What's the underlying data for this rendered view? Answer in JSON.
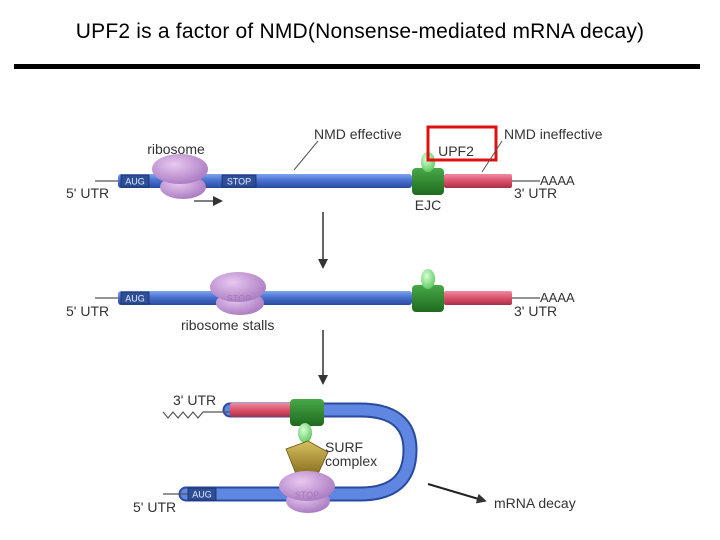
{
  "title": "UPF2 is a factor of NMD(Nonsense-mediated mRNA decay)",
  "labels": {
    "ribosome": "ribosome",
    "nmd_effective": "NMD effective",
    "upf2": "UPF2",
    "nmd_ineffective": "NMD ineffective",
    "aug": "AUG",
    "stop": "STOP",
    "five_utr": "5' UTR",
    "three_utr": "3' UTR",
    "poly_a": "AAAA",
    "ejc": "EJC",
    "ribosome_stalls": "ribosome stalls",
    "surf": "SURF",
    "complex": "complex",
    "mrna_decay": "mRNA decay"
  },
  "colors": {
    "coding_region": "#4a72d0",
    "utr_3": "#d9526a",
    "ejc": "#2e8a2e",
    "upf": "#8fe08f",
    "ribosome": "#c89ad8",
    "surf": "#b89a30",
    "highlight_box": "#e01010"
  }
}
